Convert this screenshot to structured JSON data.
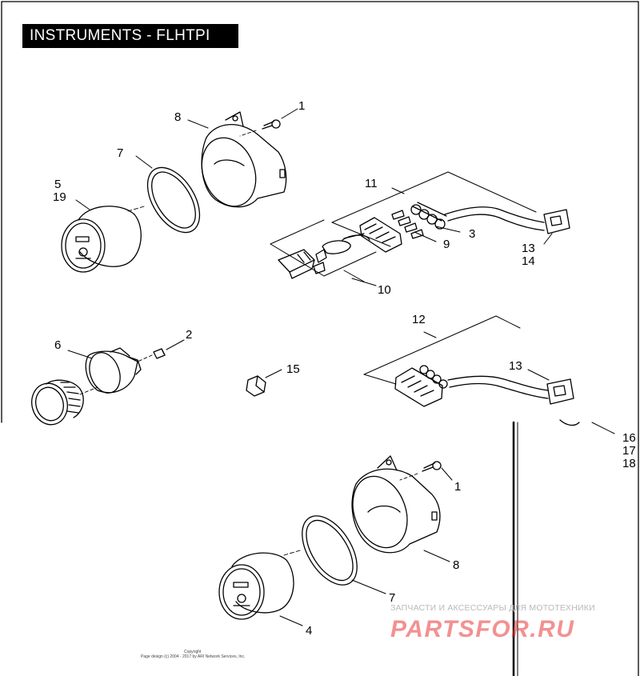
{
  "title": "INSTRUMENTS - FLHTPI",
  "callouts": {
    "c1a": "1",
    "c8a": "8",
    "c7a": "7",
    "c5": "5",
    "c19": "19",
    "c11": "11",
    "c3": "3",
    "c9": "9",
    "c13a": "13",
    "c14": "14",
    "c10": "10",
    "c6": "6",
    "c2": "2",
    "c15": "15",
    "c12": "12",
    "c13b": "13",
    "c16": "16",
    "c17": "17",
    "c18": "18",
    "c1b": "1",
    "c8b": "8",
    "c7b": "7",
    "c4": "4"
  },
  "watermark": {
    "text_ru": "ЗАПЧАСТИ И АКСЕССУАРЫ ДЛЯ МОТОТЕХНИКИ",
    "logo": "PARTSFOR.RU"
  },
  "copyright": {
    "line1": "Copyright",
    "line2": "Page design (c) 2004 - 2017 by ARI Network Services, Inc."
  },
  "colors": {
    "ink": "#000000",
    "logo": "#ea3838",
    "watermark_text": "#b9b9b9"
  }
}
